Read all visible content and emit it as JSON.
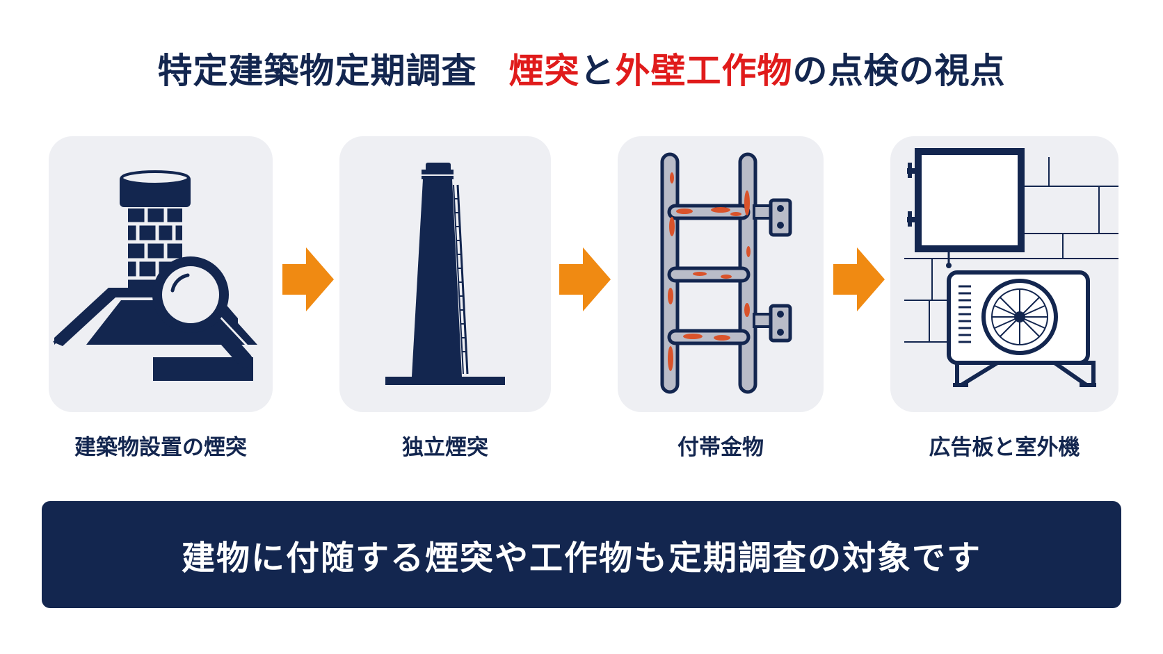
{
  "title": {
    "part1": "特定建築物定期調査",
    "hl1": "煙突",
    "part2": "と",
    "hl2": "外壁工作物",
    "part3": "の点検の視点"
  },
  "steps": [
    {
      "label": "建築物設置の煙突",
      "icon": "house-chimney-magnifier-icon"
    },
    {
      "label": "独立煙突",
      "icon": "freestanding-chimney-icon"
    },
    {
      "label": "付帯金物",
      "icon": "rusty-ladder-icon"
    },
    {
      "label": "広告板と室外機",
      "icon": "signboard-ac-unit-icon"
    }
  ],
  "footer": {
    "text": "建物に付随する煙突や工作物も定期調査の対象です"
  },
  "colors": {
    "navy": "#13264f",
    "red": "#e01b1b",
    "arrow": "#f08a12",
    "card": "#eeeff3",
    "rust": "#d9532b"
  }
}
